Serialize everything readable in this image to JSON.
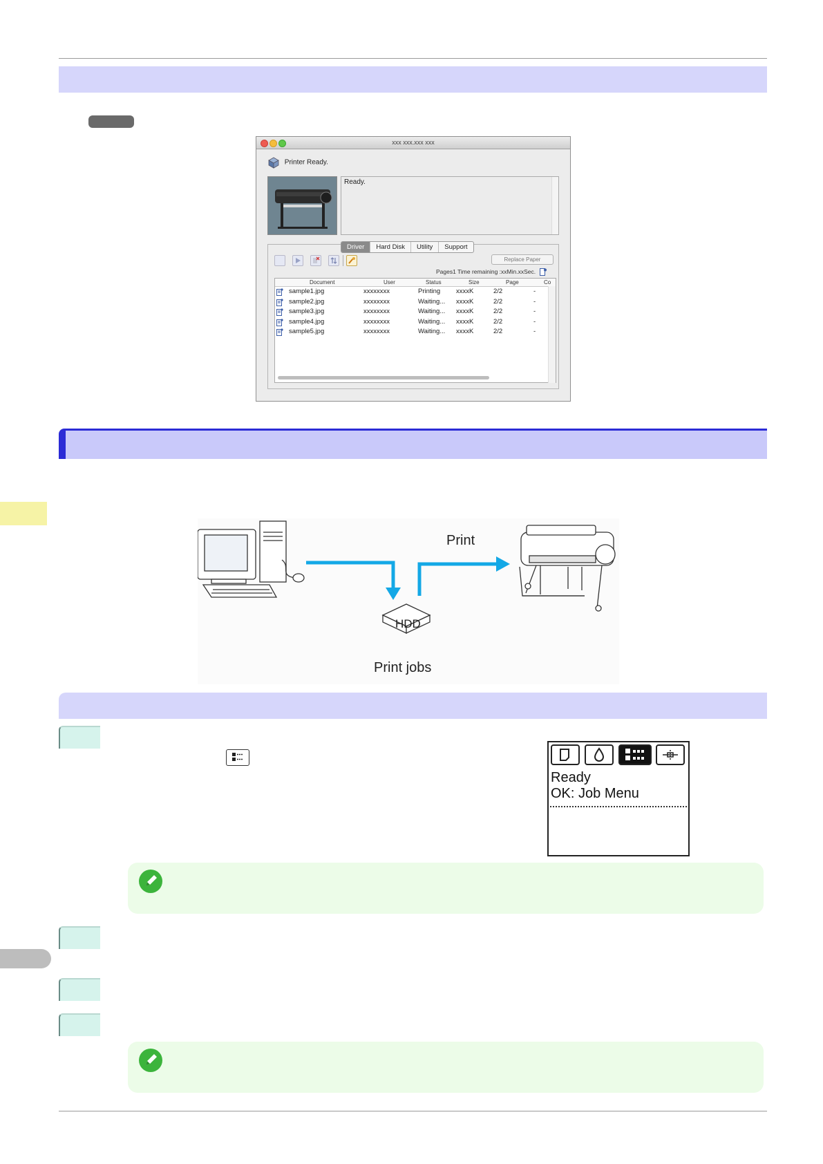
{
  "page": {
    "screenshot_window": {
      "title": "xxx xxx.xxx xxx",
      "status": "Printer Ready.",
      "message": "Ready.",
      "tabs": [
        "Driver",
        "Hard Disk",
        "Utility",
        "Support"
      ],
      "active_tab": "Driver",
      "replace_paper_label": "Replace Paper",
      "time_remaining": "Pages1 Time remaining :xxMin.xxSec.",
      "columns": [
        "Document",
        "User",
        "Status",
        "Size",
        "Page",
        "Co"
      ],
      "jobs": [
        {
          "document": "sample1.jpg",
          "user": "xxxxxxxx",
          "status": "Printing",
          "size": "xxxxK",
          "page": "2/2",
          "copies": "-"
        },
        {
          "document": "sample2.jpg",
          "user": "xxxxxxxx",
          "status": "Waiting...",
          "size": "xxxxK",
          "page": "2/2",
          "copies": "-"
        },
        {
          "document": "sample3.jpg",
          "user": "xxxxxxxx",
          "status": "Waiting...",
          "size": "xxxxK",
          "page": "2/2",
          "copies": "-"
        },
        {
          "document": "sample4.jpg",
          "user": "xxxxxxxx",
          "status": "Waiting...",
          "size": "xxxxK",
          "page": "2/2",
          "copies": "-"
        },
        {
          "document": "sample5.jpg",
          "user": "xxxxxxxx",
          "status": "Waiting...",
          "size": "xxxxK",
          "page": "2/2",
          "copies": "-"
        }
      ]
    },
    "diagram": {
      "print_label": "Print",
      "hdd_label": "HDD",
      "jobs_label": "Print jobs",
      "arrow_color": "#14a8e6"
    },
    "lcd": {
      "line1": "Ready",
      "line2": "OK: Job Menu"
    },
    "colors": {
      "section_band": "#d6d6fb",
      "section_band_accent": "#2b2bd6",
      "step_badge": "#d6f3ec",
      "note_bg": "#ecfce8",
      "side_tab_yellow": "#f6f3a6"
    }
  }
}
